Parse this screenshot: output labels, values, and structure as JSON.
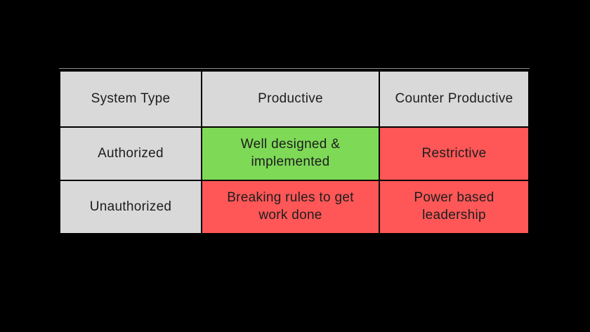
{
  "background": "#000000",
  "chart_data": {
    "type": "table",
    "title": "",
    "columns": [
      "System Type",
      "Productive",
      "Counter Productive"
    ],
    "rows": [
      {
        "label": "Authorized",
        "cells": [
          {
            "text": "Well designed & implemented",
            "status": "positive"
          },
          {
            "text": "Restrictive",
            "status": "negative"
          }
        ]
      },
      {
        "label": "Unauthorized",
        "cells": [
          {
            "text": "Breaking rules to get work done",
            "status": "negative"
          },
          {
            "text": "Power based leadership",
            "status": "negative"
          }
        ]
      }
    ],
    "colors": {
      "header_bg": "#d9d9d9",
      "label_bg": "#d9d9d9",
      "positive_bg": "#7ed957",
      "negative_bg": "#ff5757",
      "border": "#000000",
      "text": "#1d1d1d",
      "top_highlight": "#8c8c8c",
      "page_background": "#000000"
    },
    "layout": {
      "grid": "3x3",
      "legend": "none"
    }
  }
}
